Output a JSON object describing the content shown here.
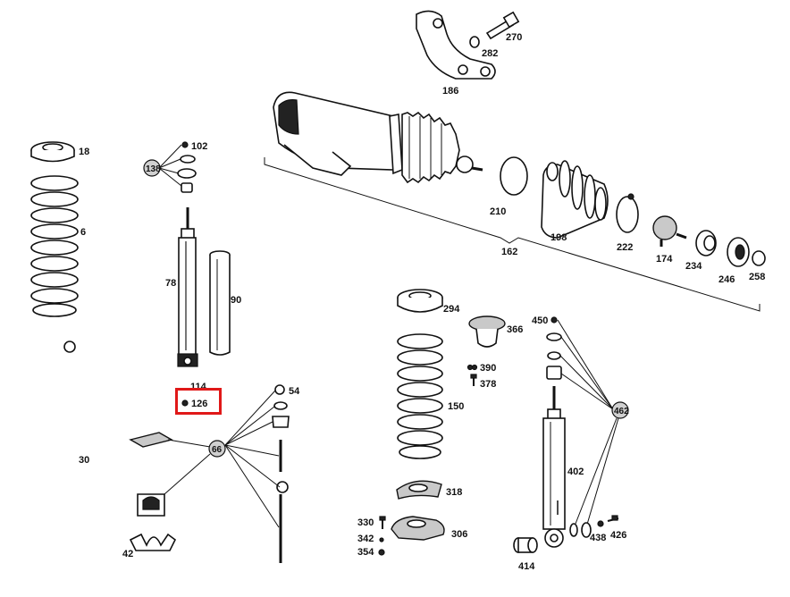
{
  "highlight": {
    "color": "#e01818",
    "target": "126"
  },
  "labels": {
    "l18": "18",
    "l6": "6",
    "l102": "102",
    "l138": "138",
    "l78": "78",
    "l90": "90",
    "l114": "114",
    "l126": "126",
    "l54": "54",
    "l66": "66",
    "l30": "30",
    "l42": "42",
    "l186": "186",
    "l270": "270",
    "l282": "282",
    "l210": "210",
    "l198": "198",
    "l222": "222",
    "l174": "174",
    "l234": "234",
    "l246": "246",
    "l258": "258",
    "l162": "162",
    "l294": "294",
    "l366": "366",
    "l390": "390",
    "l378": "378",
    "l150": "150",
    "l318": "318",
    "l330": "330",
    "l342": "342",
    "l354": "354",
    "l306": "306",
    "l450": "450",
    "l462": "462",
    "l402": "402",
    "l438": "438",
    "l426": "426",
    "l414": "414"
  }
}
